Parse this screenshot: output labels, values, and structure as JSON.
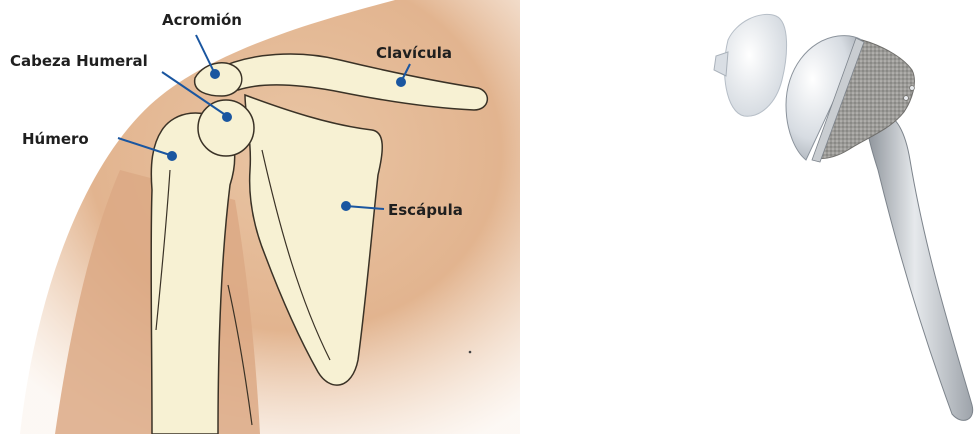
{
  "anatomy": {
    "labels": {
      "acromion": "Acromión",
      "humeral_head": "Cabeza Humeral",
      "clavicle": "Clavícula",
      "humerus": "Húmero",
      "scapula": "Escápula"
    },
    "colors": {
      "skin": "#e2b48f",
      "bone": "#f7f1d3",
      "outline": "#3a3226",
      "marker": "#1a56a0"
    }
  },
  "implant": {
    "colors": {
      "stem": "#b9bec4",
      "head": "#dfe3e8",
      "porous": "#9a9a98",
      "liner": "#eef1f4"
    }
  }
}
